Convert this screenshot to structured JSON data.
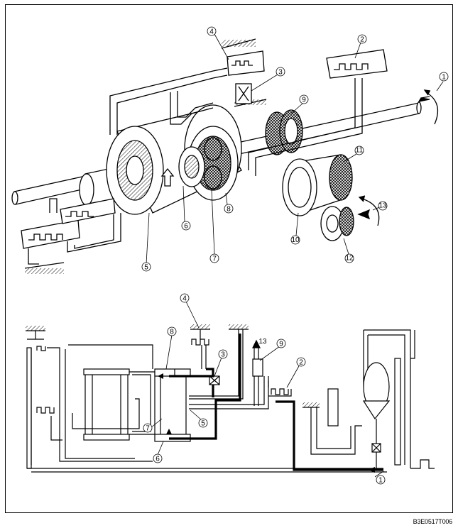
{
  "figure_code": "B3E0517T006",
  "colors": {
    "line": "#000000",
    "paper": "#ffffff",
    "hatch": "#555555",
    "path": "#000000"
  },
  "callouts_top": [
    {
      "label": "1"
    },
    {
      "label": "2"
    },
    {
      "label": "3"
    },
    {
      "label": "4"
    },
    {
      "label": "5"
    },
    {
      "label": "6"
    },
    {
      "label": "7"
    },
    {
      "label": "8"
    },
    {
      "label": "9"
    },
    {
      "label": "10"
    },
    {
      "label": "11"
    },
    {
      "label": "12"
    },
    {
      "label": "13"
    }
  ],
  "callouts_bottom": [
    {
      "label": "1"
    },
    {
      "label": "2"
    },
    {
      "label": "3"
    },
    {
      "label": "4"
    },
    {
      "label": "5"
    },
    {
      "label": "6"
    },
    {
      "label": "7"
    },
    {
      "label": "8"
    },
    {
      "label": "9"
    },
    {
      "label": "13"
    }
  ]
}
